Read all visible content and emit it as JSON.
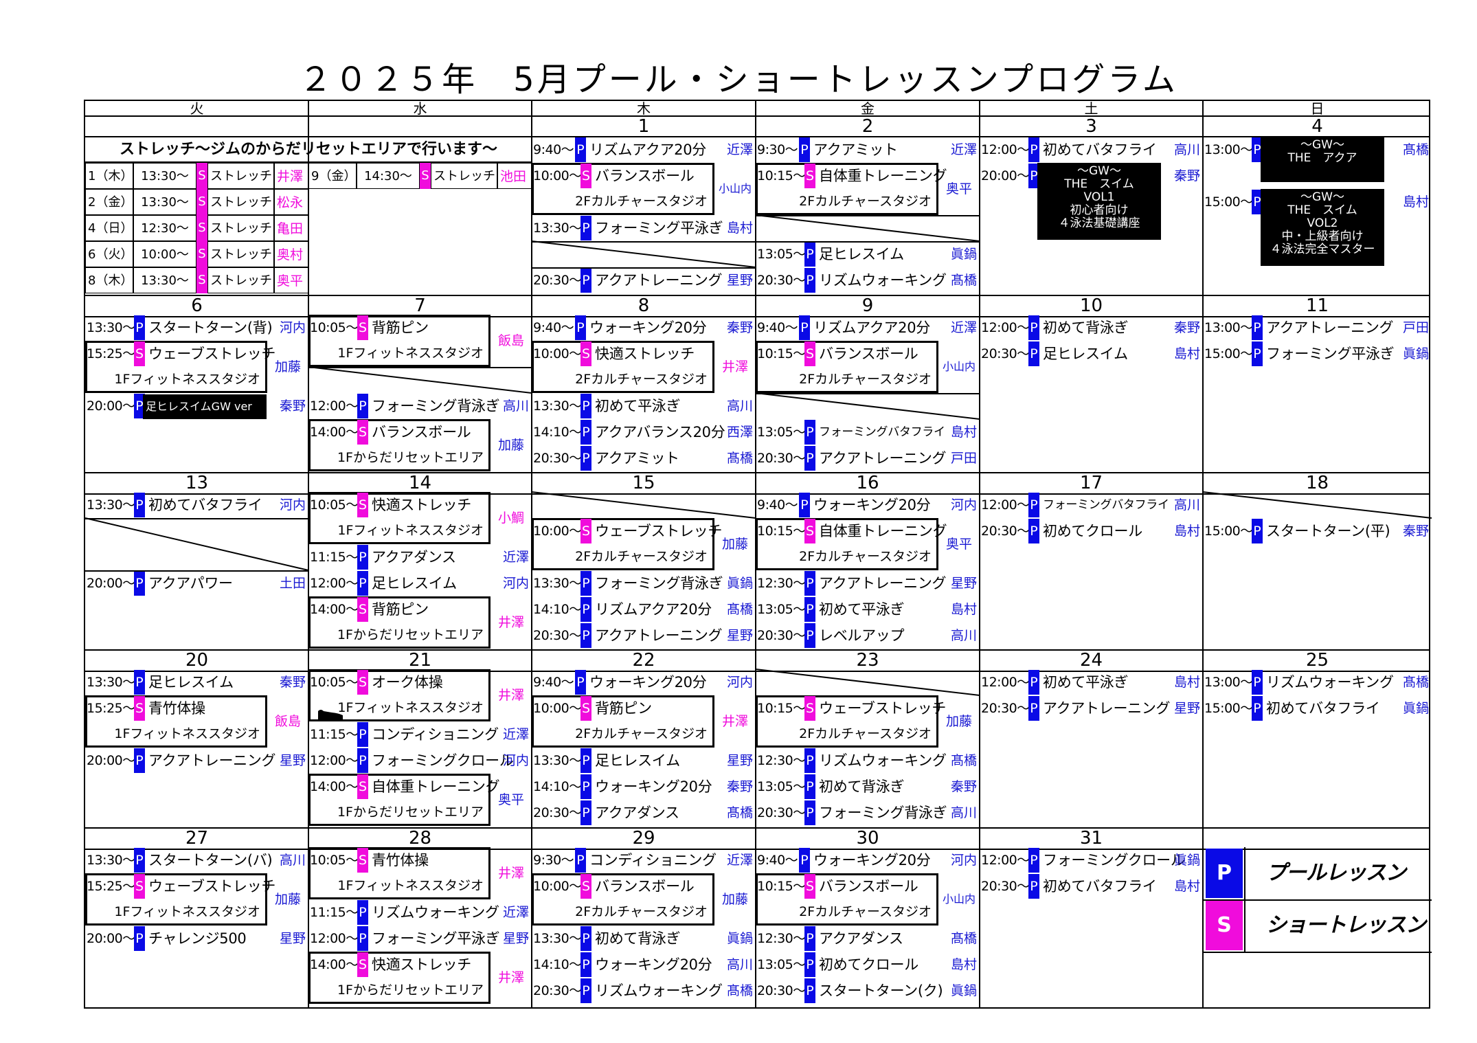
{
  "title": "２０２５年　5月プール・ショートレッスンプログラム",
  "day_names": [
    "火",
    "水",
    "木",
    "金",
    "土",
    "日"
  ],
  "stretch": {
    "banner": "ストレッチ～ジムのからだリセットエリアで行います～",
    "rows": [
      {
        "date": "1（木）",
        "time": "13:30～",
        "mark": "S",
        "name": "ストレッチ",
        "instructor": "井澤"
      },
      {
        "date": "2（金）",
        "time": "13:30～",
        "mark": "S",
        "name": "ストレッチ",
        "instructor": "松永"
      },
      {
        "date": "4（日）",
        "time": "12:30～",
        "mark": "S",
        "name": "ストレッチ",
        "instructor": "亀田"
      },
      {
        "date": "6（火）",
        "time": "10:00～",
        "mark": "S",
        "name": "ストレッチ",
        "instructor": "奥村"
      },
      {
        "date": "8（木）",
        "time": "13:30～",
        "mark": "S",
        "name": "ストレッチ",
        "instructor": "奥平"
      },
      {
        "date": "9（金）",
        "time": "14:30～",
        "mark": "S",
        "name": "ストレッチ",
        "instructor": "池田"
      }
    ]
  },
  "weeks": [
    {
      "dates": [
        "",
        "",
        "1",
        "2",
        "3",
        "4"
      ]
    },
    {
      "dates": [
        "6",
        "7",
        "8",
        "9",
        "10",
        "11"
      ]
    },
    {
      "dates": [
        "13",
        "14",
        "15",
        "16",
        "17",
        "18"
      ]
    },
    {
      "dates": [
        "20",
        "21",
        "22",
        "23",
        "24",
        "25"
      ]
    },
    {
      "dates": [
        "27",
        "28",
        "29",
        "30",
        "31",
        ""
      ]
    }
  ],
  "sessions": [
    {
      "time": "9:40～",
      "mark": "P",
      "name": "リズムアクア20分",
      "instructor": "近澤"
    },
    {
      "time": "10:00～",
      "mark": "S",
      "name": "バランスボール",
      "instructor": "",
      "sub": "2Fカルチャースタジオ",
      "side": "小山内"
    },
    {
      "time": "13:30～",
      "mark": "P",
      "name": "フォーミング平泳ぎ",
      "instructor": "島村"
    },
    {
      "time": "20:30～",
      "mark": "P",
      "name": "アクアトレーニング",
      "instructor": "星野"
    },
    {
      "time": "9:30～",
      "mark": "P",
      "name": "アクアミット",
      "instructor": "近澤"
    },
    {
      "time": "10:15～",
      "mark": "S",
      "name": "自体重トレーニング",
      "instructor": "",
      "sub": "2Fカルチャースタジオ",
      "side": "奥平"
    },
    {
      "time": "13:05～",
      "mark": "P",
      "name": "足ヒレスイム",
      "instructor": "眞鍋"
    },
    {
      "time": "20:30～",
      "mark": "P",
      "name": "リズムウォーキング",
      "instructor": "髙橋"
    },
    {
      "time": "12:00～",
      "mark": "P",
      "name": "初めてバタフライ",
      "instructor": "高川"
    },
    {
      "time": "20:00～",
      "mark": "P",
      "name": "",
      "instructor": "秦野"
    },
    {
      "time": "13:00～",
      "mark": "P",
      "name": "",
      "instructor": "髙橋"
    },
    {
      "time": "15:00～",
      "mark": "P",
      "name": "",
      "instructor": "島村"
    },
    {
      "time": "13:30～",
      "mark": "P",
      "name": "スタートターン(背)",
      "instructor": "河内"
    },
    {
      "time": "15:25～",
      "mark": "S",
      "name": "ウェーブストレッチ",
      "instructor": "",
      "sub": "1Fフィットネススタジオ",
      "side": "加藤"
    },
    {
      "time": "20:00～",
      "mark": "P",
      "name": "",
      "instructor": "秦野"
    },
    {
      "time": "10:05～",
      "mark": "S",
      "name": "背筋ピン",
      "instructor": "",
      "sub": "1Fフィットネススタジオ",
      "side": "飯島"
    },
    {
      "time": "12:00～",
      "mark": "P",
      "name": "フォーミング背泳ぎ",
      "instructor": "高川"
    },
    {
      "time": "14:00～",
      "mark": "S",
      "name": "バランスボール",
      "instructor": "",
      "sub": "1Fからだリセットエリア",
      "side": "加藤"
    },
    {
      "time": "9:40～",
      "mark": "P",
      "name": "ウォーキング20分",
      "instructor": "秦野"
    },
    {
      "time": "10:00～",
      "mark": "S",
      "name": "快適ストレッチ",
      "instructor": "",
      "sub": "2Fカルチャースタジオ",
      "side": "井澤"
    },
    {
      "time": "13:30～",
      "mark": "P",
      "name": "初めて平泳ぎ",
      "instructor": "高川"
    },
    {
      "time": "14:10～",
      "mark": "P",
      "name": "アクアバランス20分",
      "instructor": "西澤"
    },
    {
      "time": "20:30～",
      "mark": "P",
      "name": "アクアミット",
      "instructor": "髙橋"
    },
    {
      "time": "9:40～",
      "mark": "P",
      "name": "リズムアクア20分",
      "instructor": "近澤"
    },
    {
      "time": "10:15～",
      "mark": "S",
      "name": "バランスボール",
      "instructor": "",
      "sub": "2Fカルチャースタジオ",
      "side": "小山内"
    },
    {
      "time": "13:05～",
      "mark": "P",
      "name": "フォーミングバタフライ",
      "instructor": "島村"
    },
    {
      "time": "20:30～",
      "mark": "P",
      "name": "アクアトレーニング",
      "instructor": "戸田"
    },
    {
      "time": "12:00～",
      "mark": "P",
      "name": "初めて背泳ぎ",
      "instructor": "秦野"
    },
    {
      "time": "20:30～",
      "mark": "P",
      "name": "足ヒレスイム",
      "instructor": "島村"
    },
    {
      "time": "13:00～",
      "mark": "P",
      "name": "アクアトレーニング",
      "instructor": "戸田"
    },
    {
      "time": "15:00～",
      "mark": "P",
      "name": "フォーミング平泳ぎ",
      "instructor": "眞鍋"
    },
    {
      "time": "13:30～",
      "mark": "P",
      "name": "初めてバタフライ",
      "instructor": "河内"
    },
    {
      "time": "20:00～",
      "mark": "P",
      "name": "アクアパワー",
      "instructor": "土田"
    },
    {
      "time": "10:05～",
      "mark": "S",
      "name": "快適ストレッチ",
      "instructor": "",
      "sub": "1Fフィットネススタジオ",
      "side": "小鯛"
    },
    {
      "time": "11:15～",
      "mark": "P",
      "name": "アクアダンス",
      "instructor": "近澤"
    },
    {
      "time": "12:00～",
      "mark": "P",
      "name": "足ヒレスイム",
      "instructor": "河内"
    },
    {
      "time": "14:00～",
      "mark": "S",
      "name": "背筋ピン",
      "instructor": "",
      "sub": "1Fからだリセットエリア",
      "side": "井澤"
    },
    {
      "time": "10:00～",
      "mark": "S",
      "name": "ウェーブストレッチ",
      "instructor": "",
      "sub": "2Fカルチャースタジオ",
      "side": "加藤"
    },
    {
      "time": "13:30～",
      "mark": "P",
      "name": "フォーミング背泳ぎ",
      "instructor": "眞鍋"
    },
    {
      "time": "14:10～",
      "mark": "P",
      "name": "リズムアクア20分",
      "instructor": "髙橋"
    },
    {
      "time": "20:30～",
      "mark": "P",
      "name": "アクアトレーニング",
      "instructor": "星野"
    },
    {
      "time": "9:40～",
      "mark": "P",
      "name": "ウォーキング20分",
      "instructor": "河内"
    },
    {
      "time": "10:15～",
      "mark": "S",
      "name": "自体重トレーニング",
      "instructor": "",
      "sub": "2Fカルチャースタジオ",
      "side": "奥平"
    },
    {
      "time": "12:30～",
      "mark": "P",
      "name": "アクアトレーニング",
      "instructor": "星野"
    },
    {
      "time": "13:05～",
      "mark": "P",
      "name": "初めて平泳ぎ",
      "instructor": "島村"
    },
    {
      "time": "20:30～",
      "mark": "P",
      "name": "レベルアップ",
      "instructor": "高川"
    },
    {
      "time": "12:00～",
      "mark": "P",
      "name": "フォーミングバタフライ",
      "instructor": "高川"
    },
    {
      "time": "20:30～",
      "mark": "P",
      "name": "初めてクロール",
      "instructor": "島村"
    },
    {
      "time": "15:00～",
      "mark": "P",
      "name": "スタートターン(平)",
      "instructor": "秦野"
    },
    {
      "time": "13:30～",
      "mark": "P",
      "name": "足ヒレスイム",
      "instructor": "秦野"
    },
    {
      "time": "15:25～",
      "mark": "S",
      "name": "青竹体操",
      "instructor": "",
      "sub": "1Fフィットネススタジオ",
      "side": "飯島"
    },
    {
      "time": "20:00～",
      "mark": "P",
      "name": "アクアトレーニング",
      "instructor": "星野"
    },
    {
      "time": "10:05～",
      "mark": "S",
      "name": "オーク体操",
      "instructor": "",
      "sub": "1Fフィットネススタジオ",
      "side": "井澤"
    },
    {
      "time": "11:15～",
      "mark": "P",
      "name": "コンディショニング",
      "instructor": "近澤"
    },
    {
      "time": "12:00～",
      "mark": "P",
      "name": "フォーミングクロール",
      "instructor": "河内"
    },
    {
      "time": "14:00～",
      "mark": "S",
      "name": "自体重トレーニング",
      "instructor": "",
      "sub": "1Fからだリセットエリア",
      "side": "奥平"
    },
    {
      "time": "9:40～",
      "mark": "P",
      "name": "ウォーキング20分",
      "instructor": "河内"
    },
    {
      "time": "10:00～",
      "mark": "S",
      "name": "背筋ピン",
      "instructor": "",
      "sub": "2Fカルチャースタジオ",
      "side": "井澤"
    },
    {
      "time": "13:30～",
      "mark": "P",
      "name": "足ヒレスイム",
      "instructor": "星野"
    },
    {
      "time": "14:10～",
      "mark": "P",
      "name": "ウォーキング20分",
      "instructor": "秦野"
    },
    {
      "time": "20:30～",
      "mark": "P",
      "name": "アクアダンス",
      "instructor": "髙橋"
    },
    {
      "time": "10:15～",
      "mark": "S",
      "name": "ウェーブストレッチ",
      "instructor": "",
      "sub": "2Fカルチャースタジオ",
      "side": "加藤"
    },
    {
      "time": "12:30～",
      "mark": "P",
      "name": "リズムウォーキング",
      "instructor": "髙橋"
    },
    {
      "time": "13:05～",
      "mark": "P",
      "name": "初めて背泳ぎ",
      "instructor": "秦野"
    },
    {
      "time": "20:30～",
      "mark": "P",
      "name": "フォーミング背泳ぎ",
      "instructor": "高川"
    },
    {
      "time": "12:00～",
      "mark": "P",
      "name": "初めて平泳ぎ",
      "instructor": "島村"
    },
    {
      "time": "20:30～",
      "mark": "P",
      "name": "アクアトレーニング",
      "instructor": "星野"
    },
    {
      "time": "13:00～",
      "mark": "P",
      "name": "リズムウォーキング",
      "instructor": "髙橋"
    },
    {
      "time": "15:00～",
      "mark": "P",
      "name": "初めてバタフライ",
      "instructor": "眞鍋"
    },
    {
      "time": "13:30～",
      "mark": "P",
      "name": "スタートターン(バ)",
      "instructor": "高川"
    },
    {
      "time": "15:25～",
      "mark": "S",
      "name": "ウェーブストレッチ",
      "instructor": "",
      "sub": "1Fフィットネススタジオ",
      "side": "加藤"
    },
    {
      "time": "20:00～",
      "mark": "P",
      "name": "チャレンジ500",
      "instructor": "星野"
    },
    {
      "time": "10:05～",
      "mark": "S",
      "name": "青竹体操",
      "instructor": "",
      "sub": "1Fフィットネススタジオ",
      "side": "井澤"
    },
    {
      "time": "11:15～",
      "mark": "P",
      "name": "リズムウォーキング",
      "instructor": "近澤"
    },
    {
      "time": "12:00～",
      "mark": "P",
      "name": "フォーミング平泳ぎ",
      "instructor": "星野"
    },
    {
      "time": "14:00～",
      "mark": "S",
      "name": "快適ストレッチ",
      "instructor": "",
      "sub": "1Fからだリセットエリア",
      "side": "井澤"
    },
    {
      "time": "9:30～",
      "mark": "P",
      "name": "コンディショニング",
      "instructor": "近澤"
    },
    {
      "time": "10:00～",
      "mark": "S",
      "name": "バランスボール",
      "instructor": "",
      "sub": "2Fカルチャースタジオ",
      "side": "加藤"
    },
    {
      "time": "13:30～",
      "mark": "P",
      "name": "初めて背泳ぎ",
      "instructor": "眞鍋"
    },
    {
      "time": "14:10～",
      "mark": "P",
      "name": "ウォーキング20分",
      "instructor": "高川"
    },
    {
      "time": "20:30～",
      "mark": "P",
      "name": "リズムウォーキング",
      "instructor": "髙橋"
    },
    {
      "time": "9:40～",
      "mark": "P",
      "name": "ウォーキング20分",
      "instructor": "河内"
    },
    {
      "time": "10:15～",
      "mark": "S",
      "name": "バランスボール",
      "instructor": "",
      "sub": "2Fカルチャースタジオ",
      "side": "小山内"
    },
    {
      "time": "12:30～",
      "mark": "P",
      "name": "アクアダンス",
      "instructor": "髙橋"
    },
    {
      "time": "13:05～",
      "mark": "P",
      "name": "初めてクロール",
      "instructor": "島村"
    },
    {
      "time": "20:30～",
      "mark": "P",
      "name": "スタートターン(ク)",
      "instructor": "眞鍋"
    },
    {
      "time": "12:00～",
      "mark": "P",
      "name": "フォーミングクロール",
      "instructor": "眞鍋"
    },
    {
      "time": "20:30～",
      "mark": "P",
      "name": "初めてバタフライ",
      "instructor": "島村"
    }
  ],
  "specials": {
    "sat3": [
      "～GW～",
      "THE　スイム",
      "VOL1",
      "初心者向け",
      "４泳法基礎講座"
    ],
    "sun4a": [
      "～GW～",
      "THE　アクア"
    ],
    "sun4b": [
      "～GW～",
      "THE　スイム",
      "VOL2",
      "中・上級者向け",
      "４泳法完全マスター"
    ],
    "tue6": "足ヒレスイムGW ver"
  },
  "legend": [
    {
      "mark": "P",
      "label": "プールレッスン"
    },
    {
      "mark": "S",
      "label": "ショートレッスン"
    }
  ],
  "colors": {
    "pool": "#0a0ae6",
    "short": "#f00cdc"
  }
}
